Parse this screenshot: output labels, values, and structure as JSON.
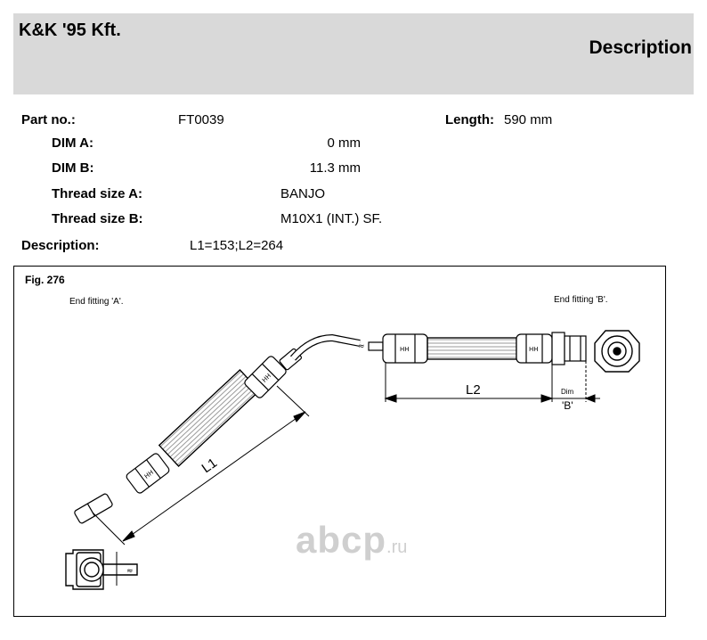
{
  "header": {
    "brand": "K&K '95 Kft.",
    "title": "Description"
  },
  "fields": {
    "part_no_label": "Part no.:",
    "part_no_value": "FT0039",
    "length_label": "Length:",
    "length_value": "590 mm",
    "dim_a_label": "DIM A:",
    "dim_a_value": "0 mm",
    "dim_b_label": "DIM B:",
    "dim_b_value": "11.3 mm",
    "thread_a_label": "Thread size A:",
    "thread_a_value": "BANJO",
    "thread_b_label": "Thread size B:",
    "thread_b_value": "M10X1 (INT.) SF.",
    "description_label": "Description:",
    "description_value": "L1=153;L2=264"
  },
  "figure": {
    "label": "Fig. 276",
    "end_fitting_a": "End fitting 'A'.",
    "end_fitting_b": "End fitting 'B'.",
    "dim_l1": "L1",
    "dim_l2": "L2",
    "dim_small": "Dim",
    "dim_b_mark": "'B'"
  },
  "watermark": {
    "main": "abcp",
    "suffix": ".ru"
  }
}
